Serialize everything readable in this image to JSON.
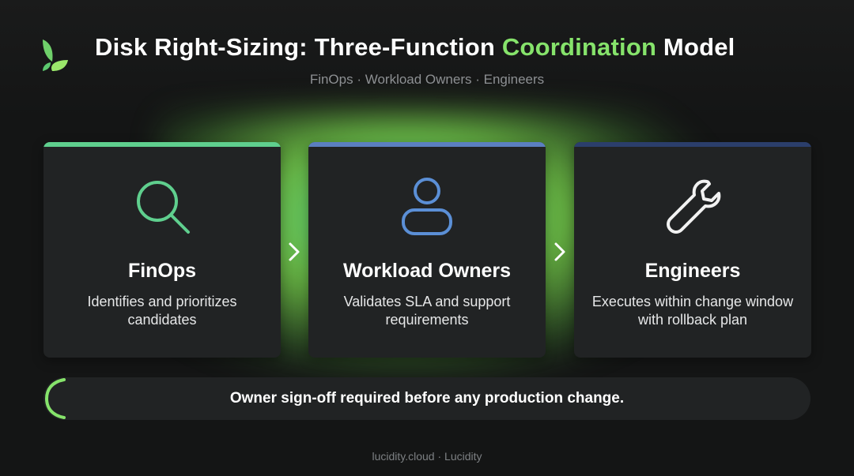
{
  "header": {
    "title_before": "Disk Right-Sizing: Three-Function ",
    "title_accent": "Coordination",
    "title_after": " Model",
    "subtitle": "FinOps · Workload Owners · Engineers"
  },
  "cards": [
    {
      "name": "FinOps",
      "description": "Identifies and prioritizes candidates",
      "icon": "search-icon",
      "accent": "#5fcf8e"
    },
    {
      "name": "Workload Owners",
      "description": "Validates SLA and support requirements",
      "icon": "user-icon",
      "accent": "#5b7fc0"
    },
    {
      "name": "Engineers",
      "description": "Executes within change window with rollback plan",
      "icon": "wrench-icon",
      "accent": "#2b3e6b"
    }
  ],
  "connectors": [
    "chevron-right-icon",
    "chevron-right-icon"
  ],
  "note": {
    "text": "Owner sign-off required before any production change."
  },
  "footer": {
    "text": "lucidity.cloud · Lucidity"
  },
  "colors": {
    "background": "#141515",
    "card": "#212324",
    "accent_green": "#86e36b",
    "glow_green": "#5ae696"
  }
}
